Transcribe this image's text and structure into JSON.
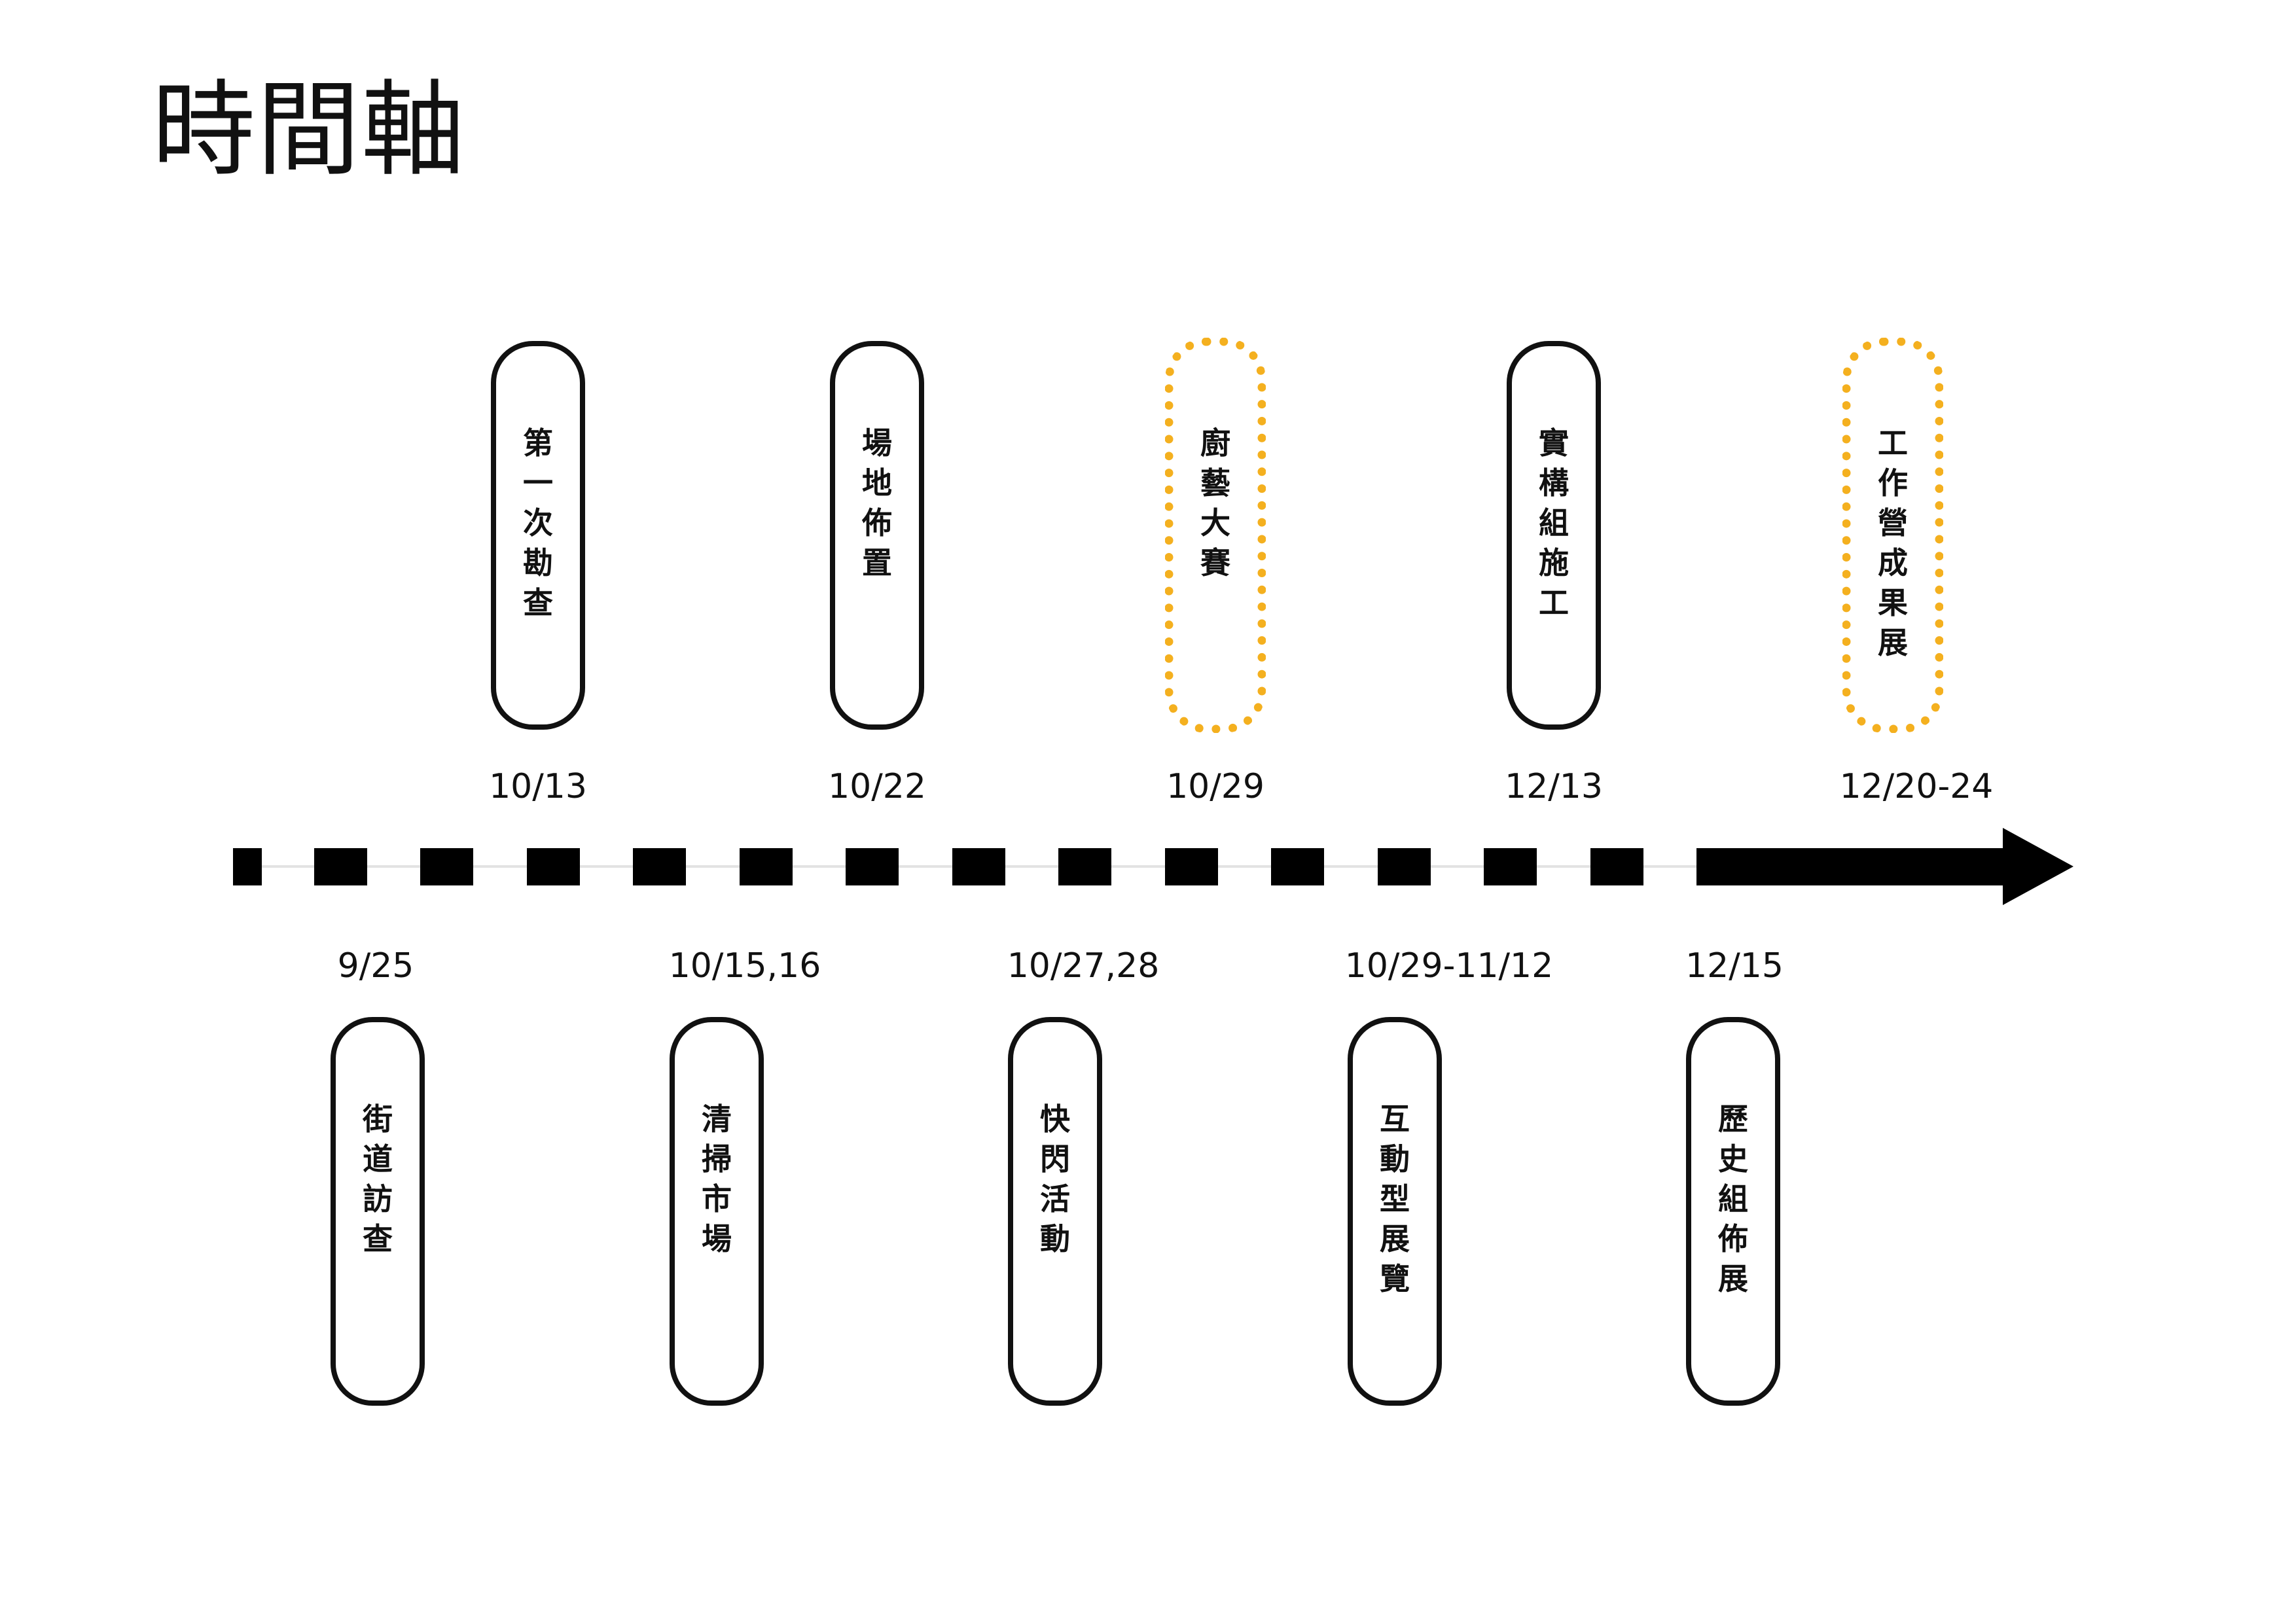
{
  "title": "時間軸",
  "colors": {
    "ink": "#111111",
    "highlight": "#f4b01f",
    "background": "#ffffff"
  },
  "events_top": [
    {
      "label": "第一次勘查",
      "date": "10/13",
      "style": "solid"
    },
    {
      "label": "場地佈置",
      "date": "10/22",
      "style": "solid"
    },
    {
      "label": "廚藝大賽",
      "date": "10/29",
      "style": "highlight"
    },
    {
      "label": "實構組施工",
      "date": "12/13",
      "style": "solid"
    },
    {
      "label": "工作營成果展",
      "date": "12/20-24",
      "style": "highlight"
    }
  ],
  "events_bottom": [
    {
      "label": "街道訪查",
      "date": "9/25",
      "style": "solid"
    },
    {
      "label": "清掃市場",
      "date": "10/15,16",
      "style": "solid"
    },
    {
      "label": "快閃活動",
      "date": "10/27,28",
      "style": "solid"
    },
    {
      "label": "互動型展覽",
      "date": "10/29-11/12",
      "style": "solid"
    },
    {
      "label": "歷史組佈展",
      "date": "12/15",
      "style": "solid"
    }
  ]
}
